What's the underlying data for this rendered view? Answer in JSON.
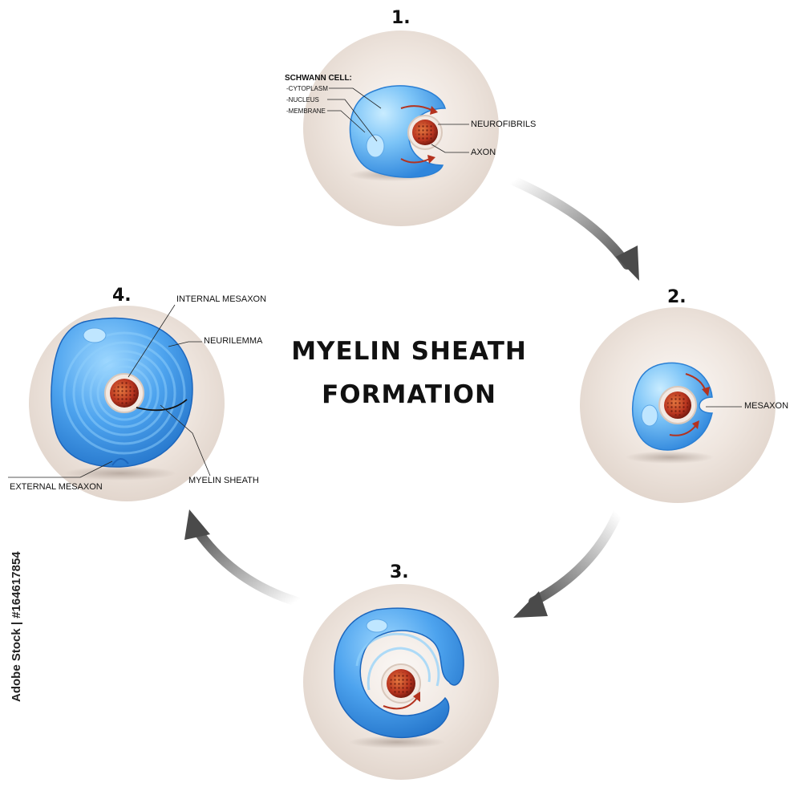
{
  "title": {
    "line1": "MYELIN SHEATH",
    "line2": "FORMATION"
  },
  "stages": [
    {
      "number": "1."
    },
    {
      "number": "2."
    },
    {
      "number": "3."
    },
    {
      "number": "4."
    }
  ],
  "labels": {
    "schwann_cell": "SCHWANN CELL:",
    "cytoplasm": "-CYTOPLASM",
    "nucleus": "-NUCLEUS",
    "membrane": "-MEMBRANE",
    "neurofibrils": "NEUROFIBRILS",
    "axon": "AXON",
    "mesaxon": "MESAXON",
    "internal_mesaxon": "INTERNAL MESAXON",
    "neurilemma": "NEURILEMMA",
    "myelin_sheath": "MYELIN SHEATH",
    "external_mesaxon": "EXTERNAL MESAXON"
  },
  "stock_id": "Adobe Stock | #164617854",
  "colors": {
    "background_disc": "#ece3dc",
    "cell_blue": "#4aa0ea",
    "cell_light": "#8fd0fb",
    "axon_red": "#b8341f",
    "arrow_gray": "#555555"
  }
}
